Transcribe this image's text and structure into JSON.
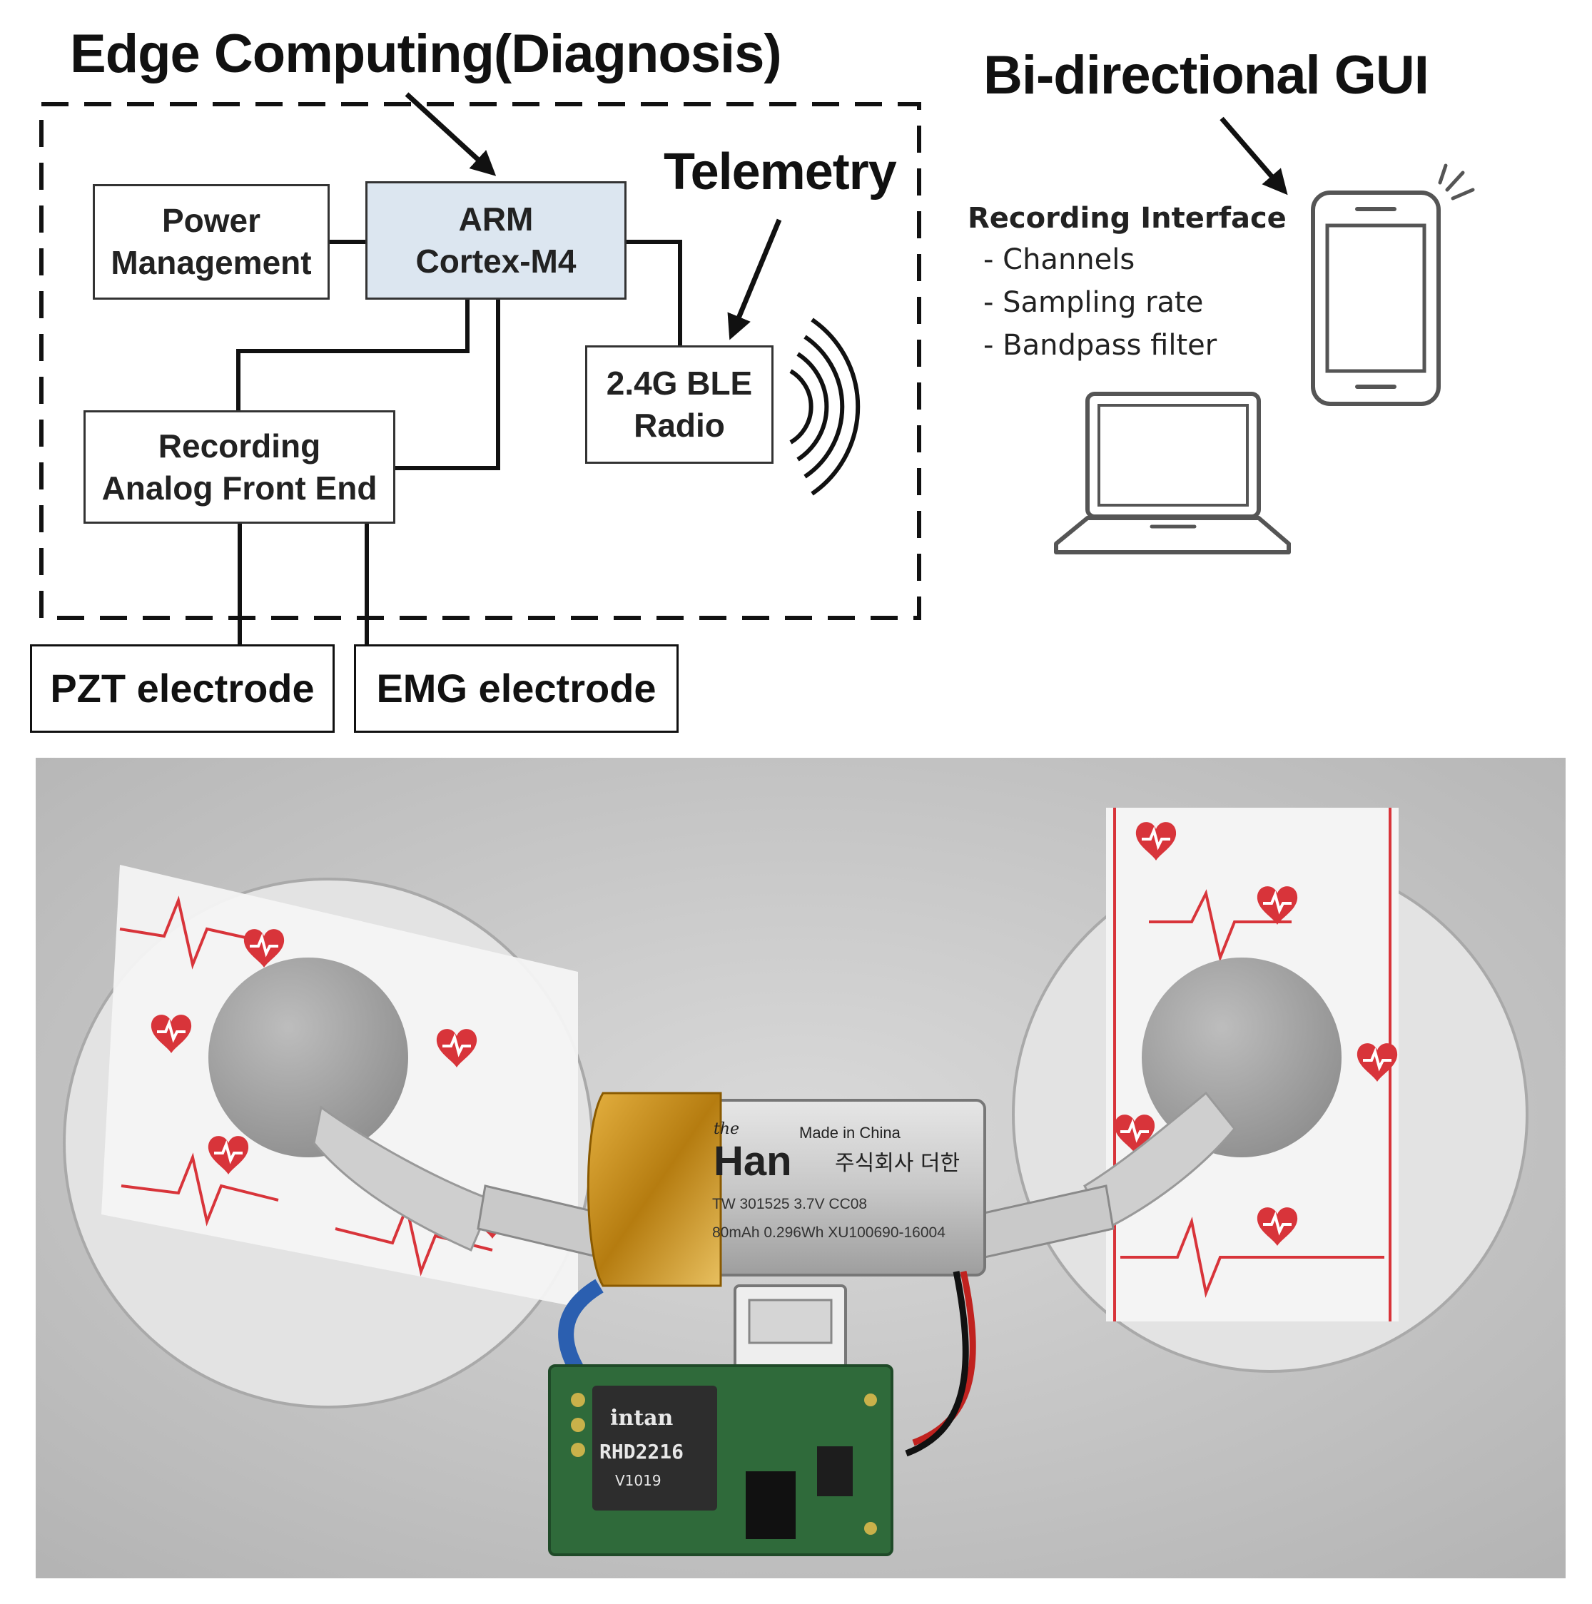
{
  "diagram": {
    "edge_title": "Edge Computing(Diagnosis)",
    "gui_title": "Bi-directional GUI",
    "telemetry_label": "Telemetry",
    "blocks": {
      "power": [
        "Power",
        "Management"
      ],
      "arm": [
        "ARM",
        "Cortex-M4"
      ],
      "afe": [
        "Recording",
        "Analog Front End"
      ],
      "ble": [
        "2.4G BLE",
        "Radio"
      ],
      "pzt": "PZT electrode",
      "emg": "EMG electrode"
    },
    "recording_interface": {
      "title": "Recording Interface",
      "items": [
        "- Channels",
        "- Sampling rate",
        "- Bandpass filter"
      ]
    },
    "colors": {
      "arm_fill": "#dce6f0",
      "line": "#111111",
      "heart": "#d8343a"
    },
    "icons": [
      "phone-icon",
      "laptop-icon",
      "radio-waves-icon"
    ]
  },
  "photo": {
    "battery_text": {
      "brand": "the Han",
      "made_in": "Made in China",
      "korean": "주식회사 더한",
      "line1": "TW 301525 3.7V CC08",
      "line2": "80mAh 0.296Wh XU100690-16004"
    },
    "chip_text": {
      "brand": "intan",
      "model": "RHD2216",
      "version": "V1019"
    }
  }
}
